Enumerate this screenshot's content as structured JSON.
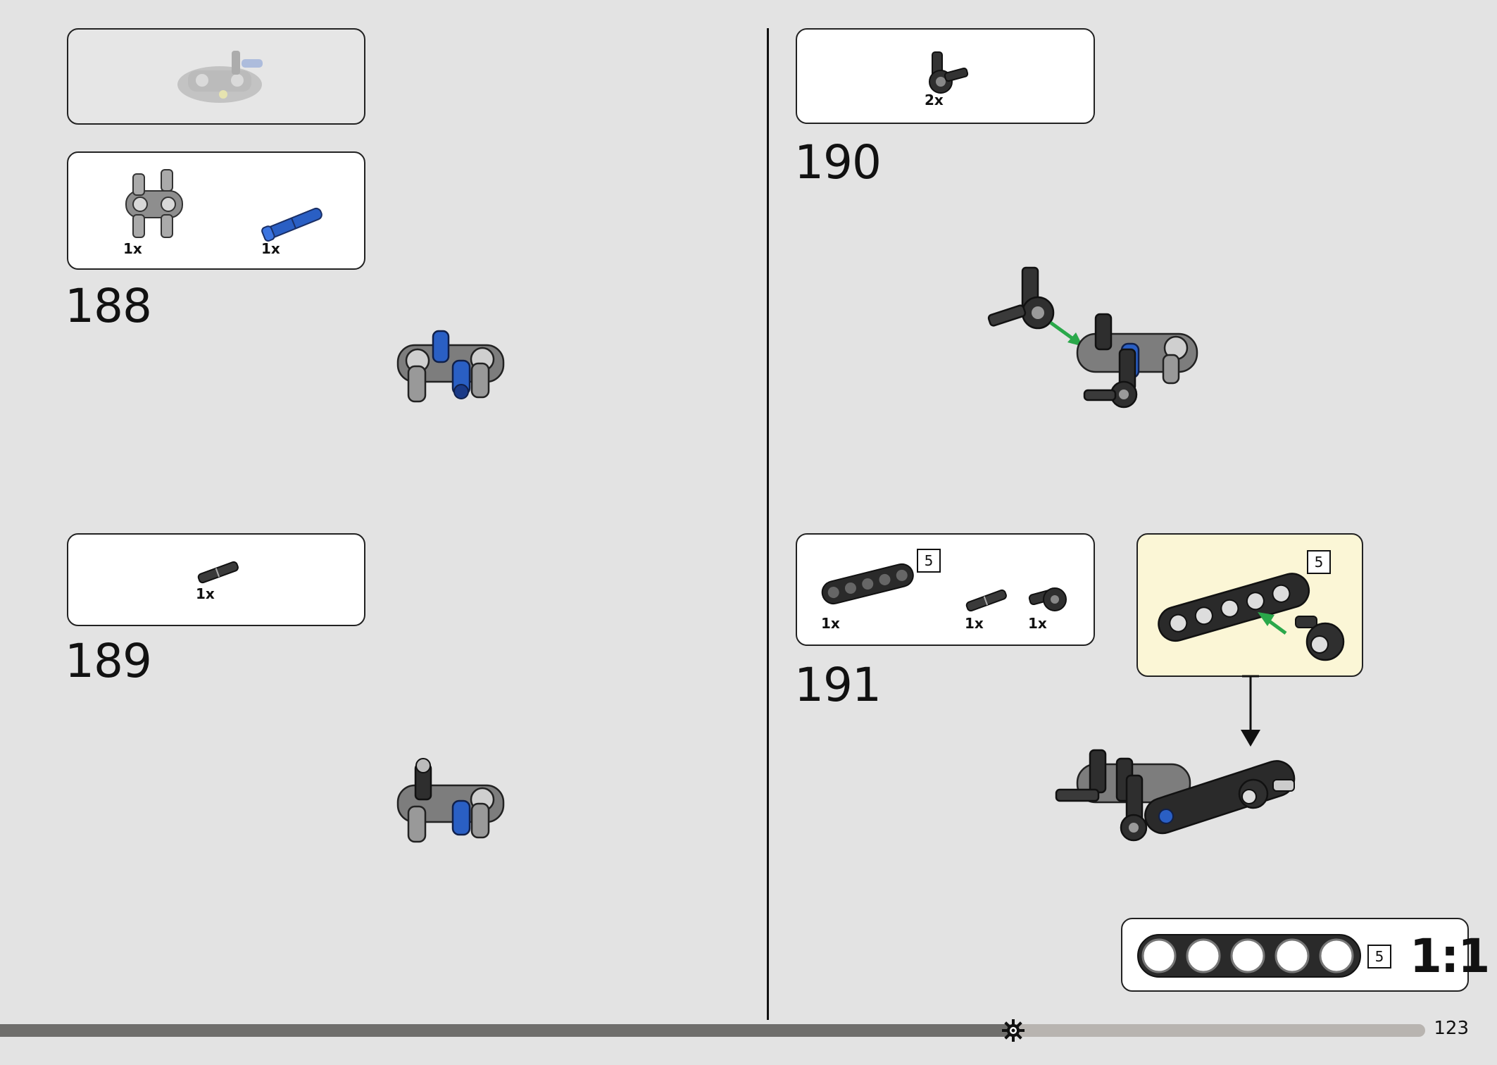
{
  "steps": [
    {
      "number": "188",
      "parts": [
        {
          "qty": "1x"
        },
        {
          "qty": "1x"
        }
      ]
    },
    {
      "number": "189",
      "parts": [
        {
          "qty": "1x"
        }
      ]
    },
    {
      "number": "190",
      "parts": [
        {
          "qty": "2x"
        }
      ]
    },
    {
      "number": "191",
      "parts": [
        {
          "qty": "1x"
        },
        {
          "qty": "1x"
        },
        {
          "qty": "1x"
        }
      ],
      "beam_length": "5",
      "subassembly_beam_length": "5"
    }
  ],
  "scale_reference": {
    "beam_length": "5",
    "scale": "1:1"
  },
  "footer": {
    "page_number": "123",
    "progress": 0.711
  },
  "colors": {
    "background": "#e3e3e3",
    "lego_blue": "#2a5fc4",
    "lego_black": "#2a2a2a",
    "lego_grey": "#9a9a9a",
    "arrow_green": "#2aa84a",
    "subassembly_bg": "#fbf6d6"
  }
}
